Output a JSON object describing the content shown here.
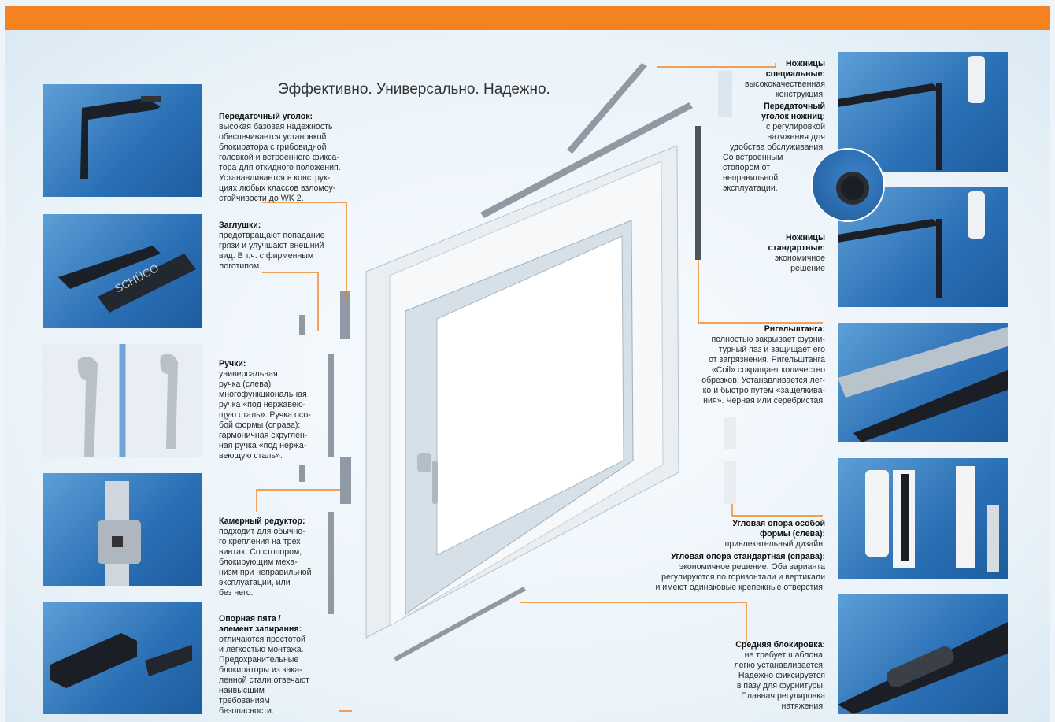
{
  "headline": "Эффективно. Универсально. Надежно.",
  "colors": {
    "accent": "#f58220",
    "photo_blue": "#2a6fb5"
  },
  "left_blocks": [
    {
      "title": "Передаточный уголок:",
      "lines": [
        "высокая базовая надежность",
        "обеспечивается установкой",
        "блокиратора с грибовидной",
        "головкой и встроенного фикса-",
        "тора для откидного положения.",
        "Устанавливается в конструк-",
        "циях любых классов взломоу-",
        "стойчивости до WK 2."
      ]
    },
    {
      "title": "Заглушки:",
      "lines": [
        "предотвращают попадание",
        "грязи и улучшают внешний",
        "вид. В т.ч. с фирменным",
        "логотипом."
      ]
    },
    {
      "title": "Ручки:",
      "lines": [
        "универсальная",
        "ручка (слева):",
        "многофункциональная",
        "ручка «под нержавею-",
        "щую сталь». Ручка осо-",
        "бой формы (справа):",
        "гармоничная скруглен-",
        "ная ручка «под нержа-",
        "веющую сталь»."
      ]
    },
    {
      "title": "Камерный редуктор:",
      "lines": [
        "подходит для обычно-",
        "го крепления на трех",
        "винтах. Со стопором,",
        "блокирующим меха-",
        "низм при неправильной",
        "эксплуатации, или",
        "без него."
      ]
    },
    {
      "title": "Опорная пята / элемент запирания:",
      "lines": [
        "отличаются простотой",
        "и легкостью монтажа.",
        "Предохранительные",
        "блокираторы из зака-",
        "ленной стали отвечают",
        "наивысшим требованиям",
        "безопасности."
      ]
    }
  ],
  "right_blocks": [
    {
      "title": "Ножницы специальные:",
      "lines": [
        "высококачественная",
        "конструкция."
      ]
    },
    {
      "title": "Передаточный уголок ножниц:",
      "lines": [
        "с регулировкой",
        "натяжения для",
        "удобства обслуживания."
      ]
    },
    {
      "lines": [
        "Со встроенным",
        "стопором от",
        "неправильной",
        "эксплуатации."
      ]
    },
    {
      "title": "Ножницы стандартные:",
      "lines": [
        "экономичное",
        "решение"
      ]
    },
    {
      "title": "Ригельштанга:",
      "lines": [
        "полностью закрывает фурни-",
        "турный паз и защищает его",
        "от загрязнения. Ригельштанга",
        "«Coil» сокращает количество",
        "обрезков. Устанавливается лег-",
        "ко и быстро путем «защелкива-",
        "ния». Черная или серебристая."
      ]
    },
    {
      "title": "Угловая опора особой формы (слева):",
      "lines": [
        "привлекательный дизайн."
      ]
    },
    {
      "title": "Угловая опора стандартная (справа):",
      "lines": [
        "экономичное решение. Оба варианта",
        "регулируются по горизонтали и вертикали",
        "и имеют одинаковые крепежные отверстия."
      ]
    },
    {
      "title": "Средняя блокировка:",
      "lines": [
        "не требует шаблона,",
        "легко устанавливается.",
        "Надежно фиксируется",
        "в пазу для фурнитуры.",
        "Плавная регулировка",
        "натяжения."
      ]
    }
  ],
  "logo_text": "SCHÜCO"
}
